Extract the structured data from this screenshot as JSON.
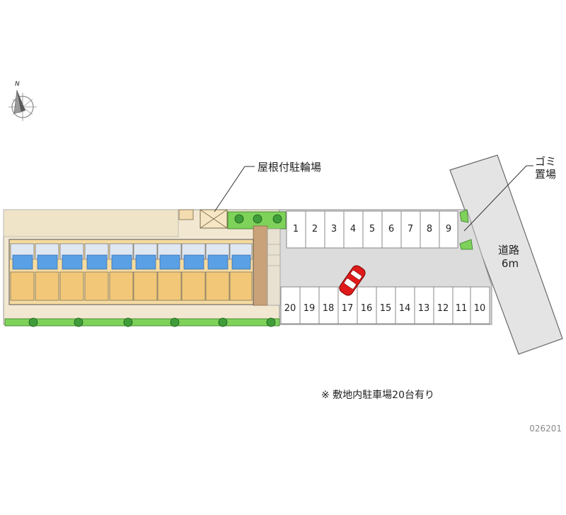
{
  "compass": {
    "north_label": "N"
  },
  "bike_shelter": {
    "label": "屋根付駐輪場"
  },
  "garbage": {
    "label_line1": "ゴミ",
    "label_line2": "置場"
  },
  "road": {
    "label_line1": "道路",
    "label_line2": "6m"
  },
  "parking": {
    "top_row": [
      "1",
      "2",
      "3",
      "4",
      "5",
      "6",
      "7",
      "8",
      "9"
    ],
    "bottom_row": [
      "20",
      "19",
      "18",
      "17",
      "16",
      "15",
      "14",
      "13",
      "12",
      "11",
      "10"
    ]
  },
  "note": "※ 敷地内駐車場20台有り",
  "map_id": "026201",
  "colors": {
    "building_floor": "#f6dba0",
    "window_blue": "#5aa0e4",
    "balcony_orange": "#f2b54a",
    "lot_beige": "#f2e8d2",
    "asphalt": "#dcdcdc",
    "shrub_green": "#3f9d3a",
    "hedge_green": "#7ed25a",
    "car_red": "#e01a1a"
  }
}
